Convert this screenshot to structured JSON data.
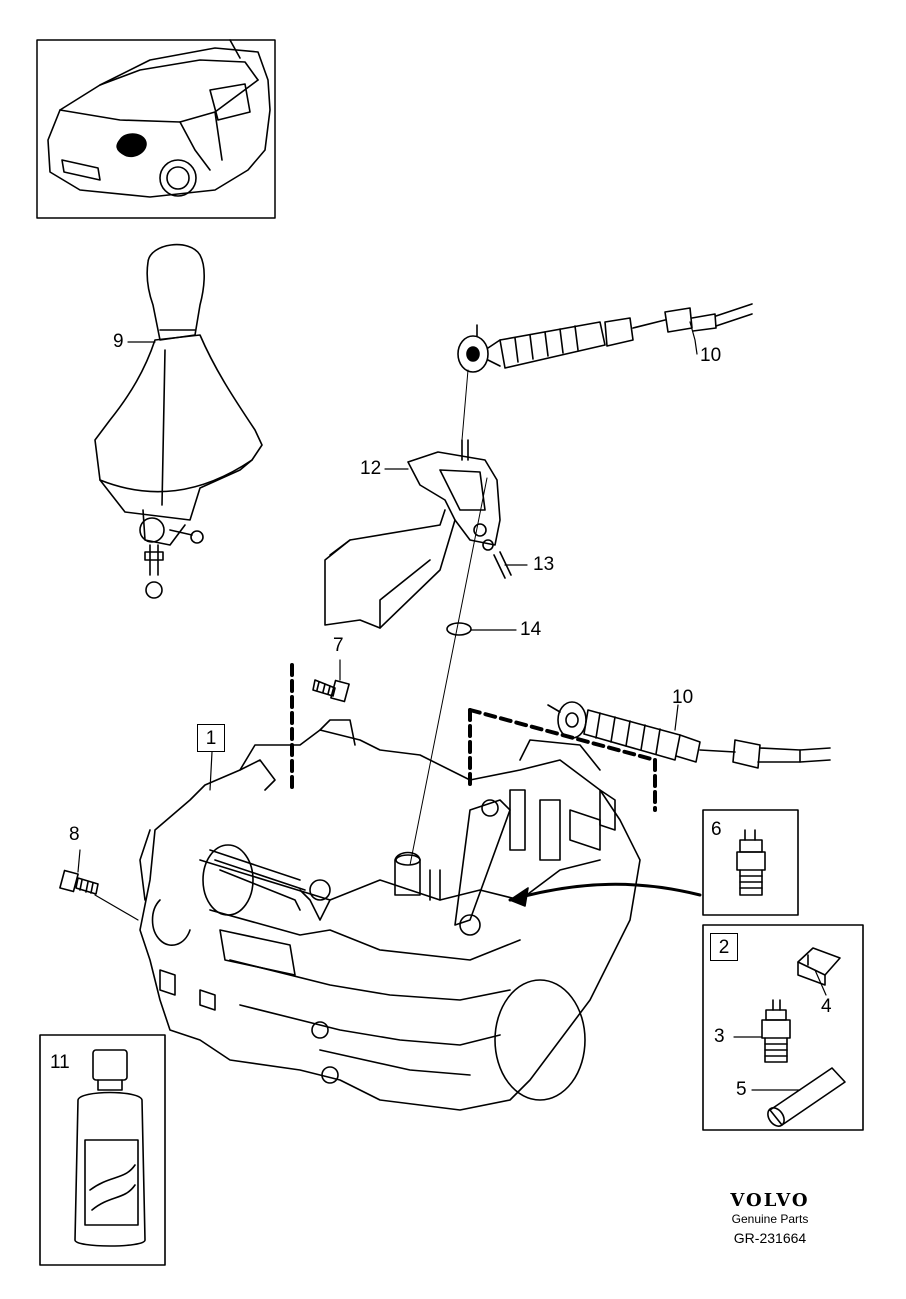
{
  "labels": {
    "p1": "1",
    "p2": "2",
    "p3": "3",
    "p4": "4",
    "p5": "5",
    "p6": "6",
    "p7": "7",
    "p8": "8",
    "p9": "9",
    "p10a": "10",
    "p10b": "10",
    "p11": "11",
    "p12": "12",
    "p13": "13",
    "p14": "14"
  },
  "brand": {
    "logo": "VOLVO",
    "subtitle": "Genuine Parts",
    "reference": "GR-231664"
  }
}
